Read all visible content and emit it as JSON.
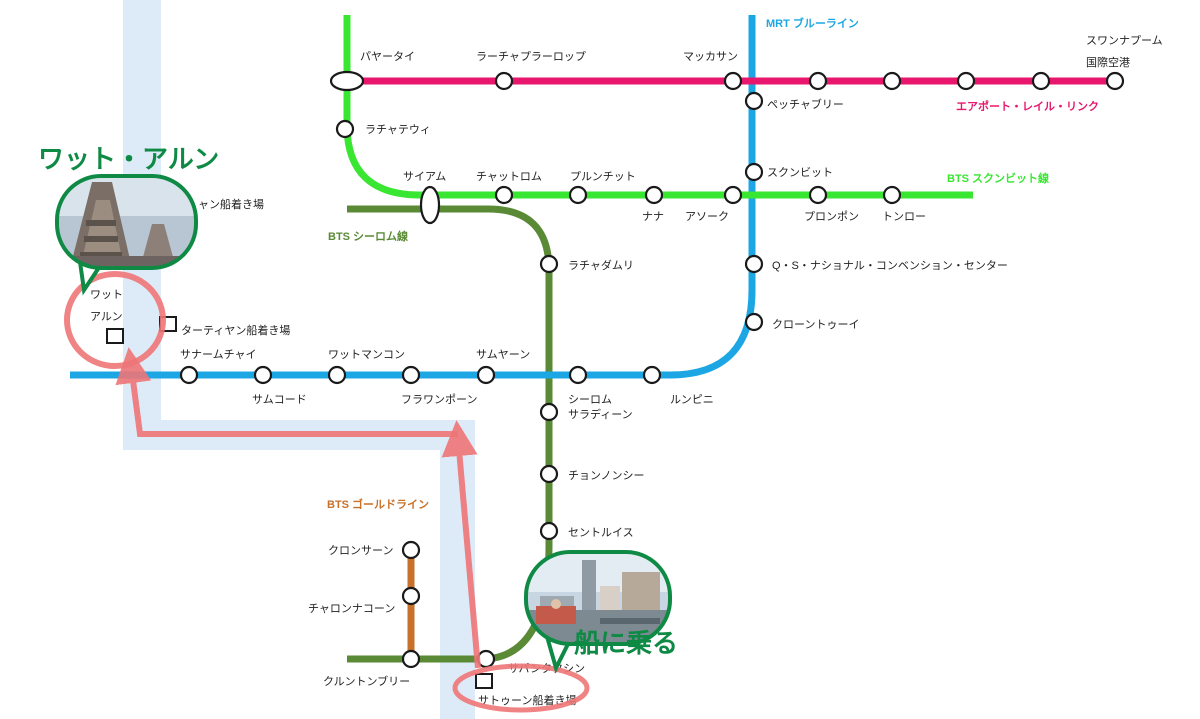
{
  "lines": {
    "blue": {
      "name": "MRT ブルーライン",
      "color": "#1ca7e4"
    },
    "airport": {
      "name": "エアポート・レイル・リンク",
      "color": "#e8166c"
    },
    "sukhumvit": {
      "name": "BTS スクンビット線",
      "color": "#39e632"
    },
    "silom": {
      "name": "BTS シーロム線",
      "color": "#5a8a36"
    },
    "gold": {
      "name": "BTS ゴールドライン",
      "color": "#c7712a"
    }
  },
  "river_color": "#dcebf7",
  "route_color": "#ee7577",
  "callout_color": "#0e8a45",
  "stations": {
    "phayathai": "パヤータイ",
    "ratchaprarop": "ラーチャプラーロップ",
    "makkasan": "マッカサン",
    "suvarnabhumi_1": "スワンナプーム",
    "suvarnabhumi_2": "国際空港",
    "phetchaburi": "ペッチャブリー",
    "ratchathewi": "ラチャテウィ",
    "siam": "サイアム",
    "chitlom": "チャットロム",
    "phloenchit": "プルンチット",
    "nana": "ナナ",
    "asok": "アソーク",
    "sukhumvit": "スクンビット",
    "phromphong": "プロンポン",
    "thonglo": "トンロー",
    "ratchadamri": "ラチャダムリ",
    "qsncc": "Q・S・ナショナル・コンベンション・センター",
    "khlongtoei": "クローントゥーイ",
    "sanamchai": "サナームチャイ",
    "wangburapha_wrong": "ワットマンコン",
    "samyan": "サムヤーン",
    "samyot": "サムコード",
    "hualamphong": "フラワンポーン",
    "silom_1": "シーロム",
    "silom_2": "サラディーン",
    "lumphini": "ルンピニ",
    "chongnonsi": "チョンノンシー",
    "saintlouis": "セントルイス",
    "krungthonburi": "クルントンブリー",
    "charoennakhon": "チャロンナコーン",
    "khlongsan": "クロンサーン",
    "saphantaksin": "サパンタクシン"
  },
  "piers": {
    "tha_tien": "ターティヤン船着き場",
    "tha_tien_partial": "ャン船着き場",
    "sathorn": "サトゥーン船着き場"
  },
  "wat_arun_labels": {
    "line1": "ワット",
    "line2": "アルン"
  },
  "callouts": {
    "wat_arun_title": "ワット・アルン",
    "boat_title": "船に乗る"
  }
}
